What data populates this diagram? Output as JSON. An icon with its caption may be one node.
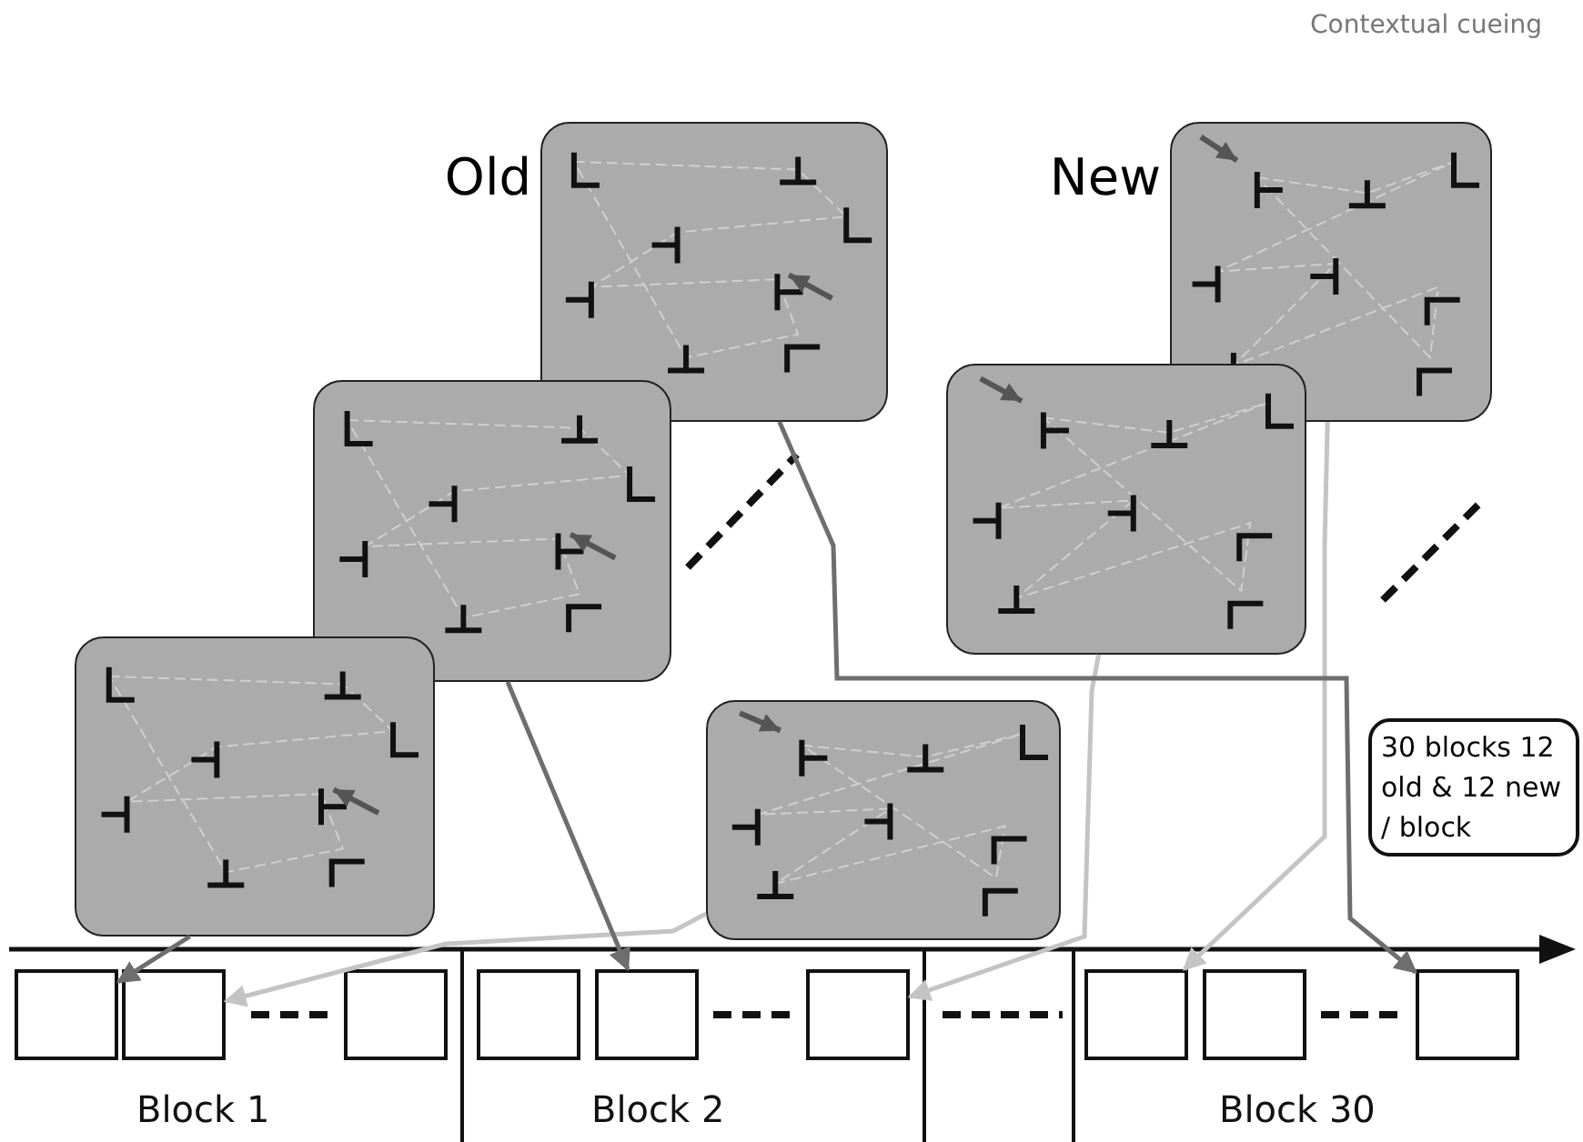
{
  "diagram": {
    "nodes": [
      {
        "text": [],
        "shape": "box",
        "beside": [
          "Old"
        ]
      },
      {
        "text": [],
        "shape": "box",
        "beside": [
          "New"
        ]
      },
      {
        "text": [],
        "shape": "box"
      },
      {
        "text": [],
        "shape": "box"
      },
      {
        "text": [],
        "shape": "box"
      },
      {
        "text": [],
        "shape": "box"
      },
      {
        "text": [
          "30 blocks 12 old & 12 new / block"
        ]
      },
      {
        "text": [],
        "shape": "box"
      },
      {
        "text": [],
        "shape": "box"
      },
      {
        "text": [],
        "shape": "box"
      },
      {
        "text": [],
        "shape": "box"
      },
      {
        "text": [],
        "shape": "box"
      },
      {
        "text": [],
        "shape": "box"
      },
      {
        "text": [],
        "shape": "box"
      },
      {
        "text": [],
        "shape": "box"
      },
      {
        "text": [],
        "shape": "box"
      }
    ],
    "edges": [
      {
        "from": 4,
        "to": 7,
        "arrow": "to",
        "color": "#6e6e6e"
      },
      {
        "from": 5,
        "to": 8,
        "arrow": "to",
        "color": "#c4c4c4"
      },
      {
        "from": 2,
        "to": 11,
        "arrow": "to",
        "color": "#6e6e6e"
      },
      {
        "from": 3,
        "to": 12,
        "arrow": "to",
        "color": "#c4c4c4"
      },
      {
        "from": 1,
        "to": 13,
        "arrow": "to",
        "color": "#c4c4c4"
      },
      {
        "from": 0,
        "to": 15,
        "arrow": "to",
        "color": "#6e6e6e"
      }
    ],
    "labels": [
      "Contextual cueing",
      "Block 1",
      "Block 2",
      "Block 30"
    ]
  }
}
